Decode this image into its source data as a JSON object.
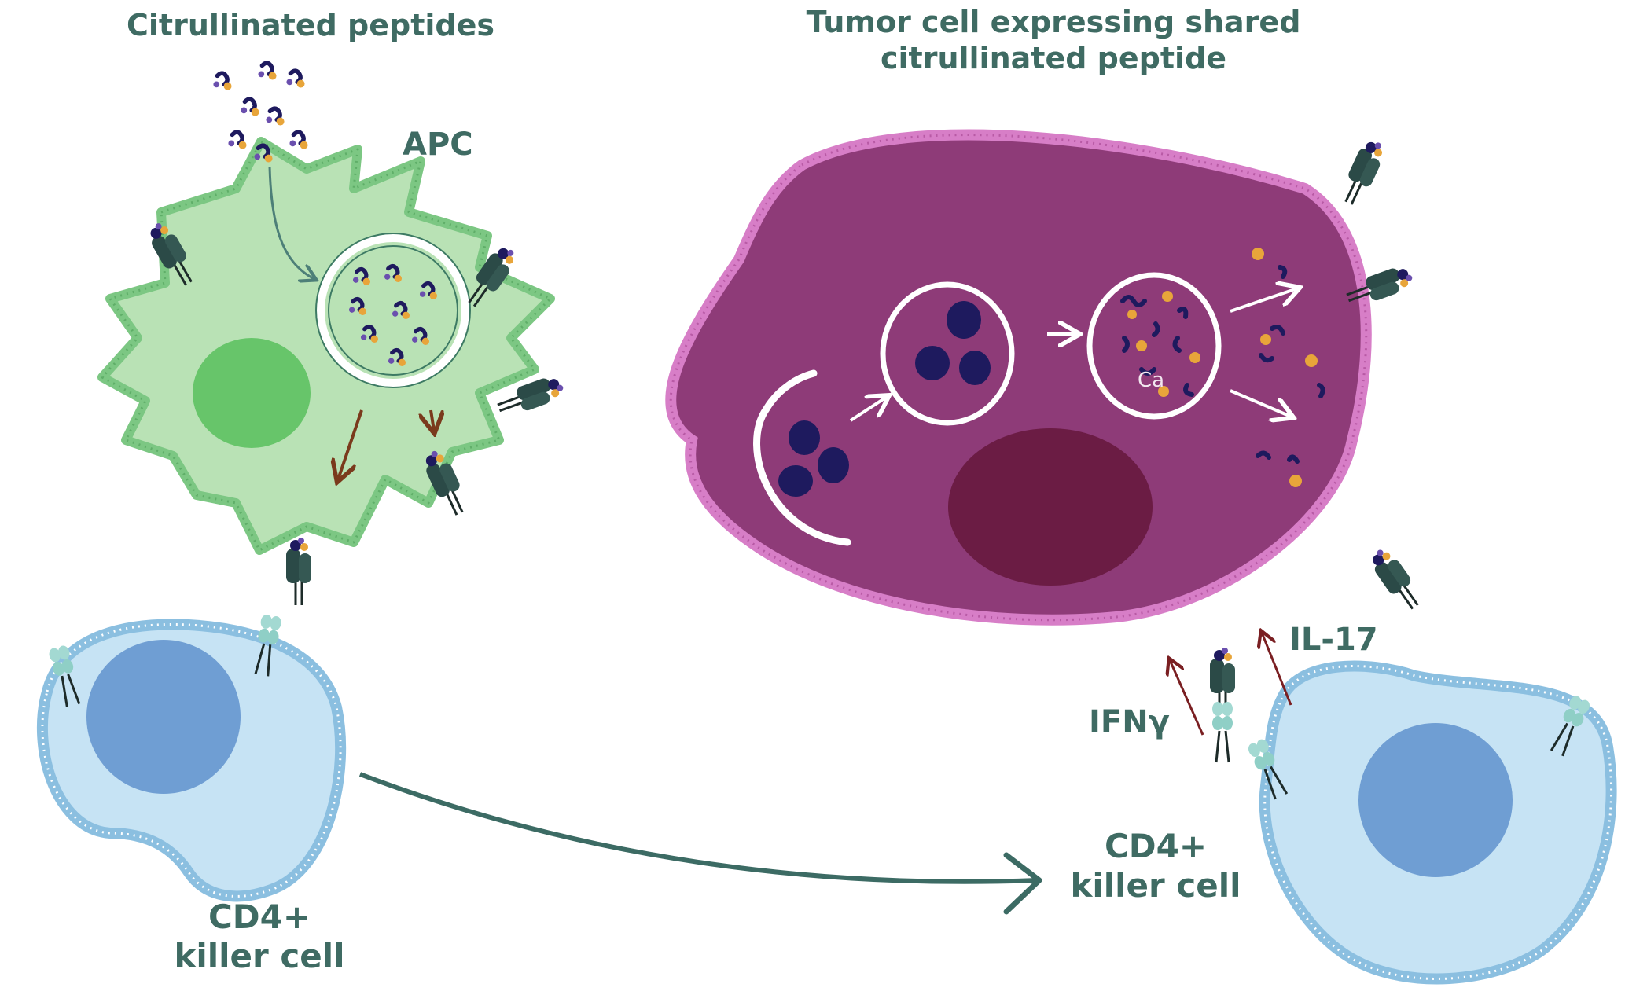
{
  "labels": {
    "citrullinated_peptides": "Citrullinated peptides",
    "tumor_title_line1": "Tumor cell expressing shared",
    "tumor_title_line2": "citrullinated peptide",
    "apc": "APC",
    "cd4_left_line1": "CD4+",
    "cd4_left_line2": "killer cell",
    "cd4_right_line1": "CD4+",
    "cd4_right_line2": "killer cell",
    "il17": "IL-17",
    "ifn": "IFNγ",
    "ca": "Ca"
  },
  "colors": {
    "label_teal": "#3f6b63",
    "apc_body": "#b9e2b5",
    "apc_border": "#72c37b",
    "apc_nucleus": "#67c56a",
    "tumor_body": "#8e3b78",
    "tumor_border": "#d77ec7",
    "tumor_nucleus": "#6b1c44",
    "tcell_body": "#c6e3f4",
    "tcell_border": "#8bbfe0",
    "tcell_nucleus": "#6f9ed3",
    "receptor_dark": "#2b4a47",
    "tcr_light": "#a3d9d2",
    "peptide_navy": "#1e1a5e",
    "peptide_orange": "#e8a53a",
    "cytokine_arrow": "#7a1f22",
    "transfer_arrow": "#3c6b64"
  }
}
